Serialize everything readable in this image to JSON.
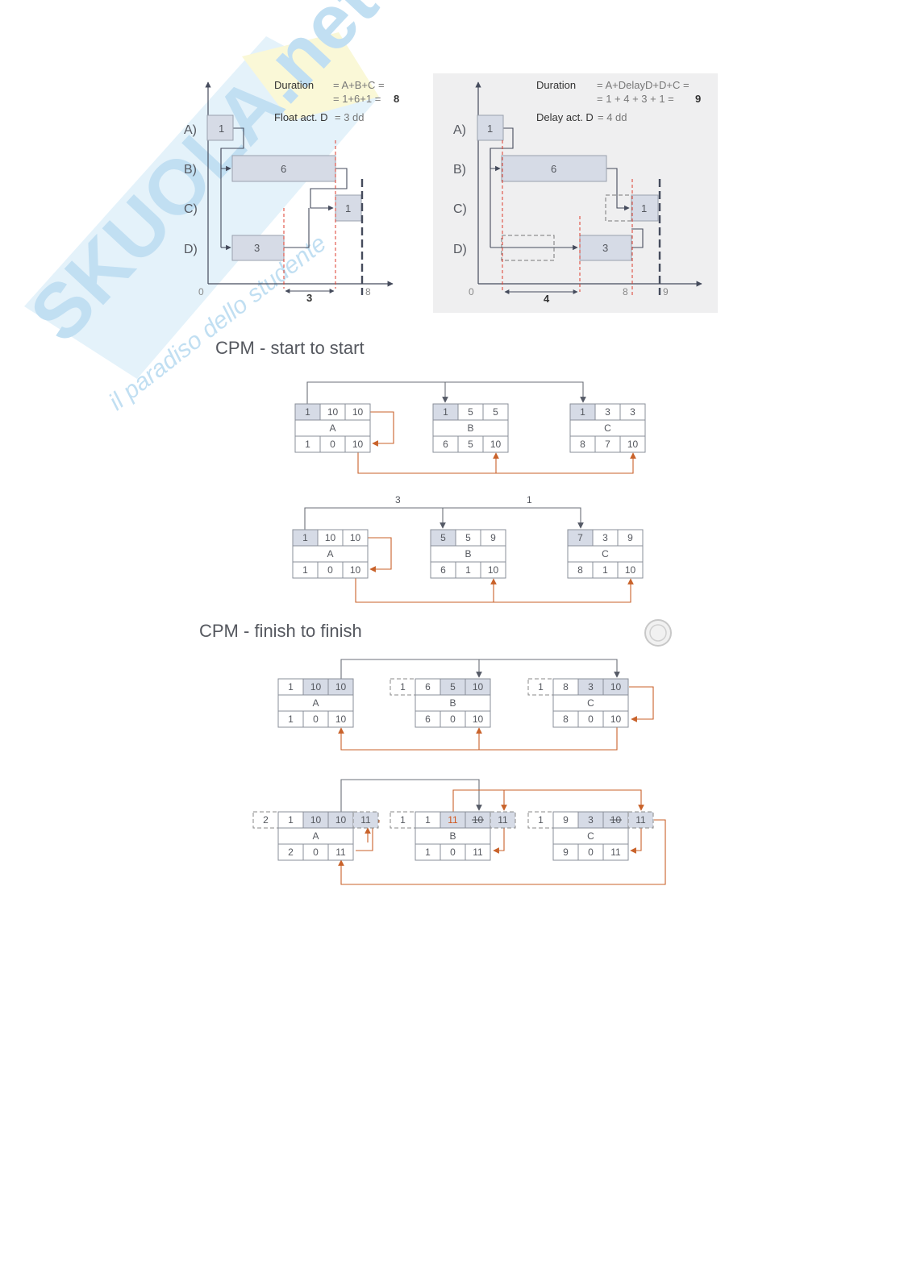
{
  "colors": {
    "axis": "#454b5c",
    "box_fill": "#d6dbe6",
    "box_stroke": "#9aa0ad",
    "text": "#55585f",
    "red_dash": "#dc3b2c",
    "orange_link": "#c9622a",
    "gray_link": "#6b6f78",
    "panel_bg": "#efeff0",
    "watermark": "#8fc5e8",
    "watermark_yellow": "#f3ef9a"
  },
  "watermark": {
    "text": "SKUOLA.net",
    "tagline": "il paradiso dello studente"
  },
  "gantt_left": {
    "rows": [
      "A)",
      "B)",
      "C)",
      "D)"
    ],
    "info": {
      "duration_label": "Duration",
      "duration_formula": "= A+B+C =",
      "duration_calc": "= 1+6+1  =",
      "duration_value": "8",
      "float_label": "Float act. D",
      "float_value": "= 3 dd"
    },
    "bars": [
      "1",
      "6",
      "1",
      "3"
    ],
    "axis": {
      "zero": "0",
      "end": "8"
    },
    "span": "3"
  },
  "gantt_right": {
    "rows": [
      "A)",
      "B)",
      "C)",
      "D)"
    ],
    "info": {
      "duration_label": "Duration",
      "duration_formula": "= A+DelayD+D+C =",
      "duration_calc": "=    1 + 4 + 3 + 1  =",
      "duration_value": "9",
      "delay_label": "Delay act. D",
      "delay_value": "= 4 dd"
    },
    "bars": [
      "1",
      "6",
      "1",
      "3"
    ],
    "axis": {
      "zero": "0",
      "eight": "8",
      "nine": "9"
    },
    "span": "4"
  },
  "sections": [
    {
      "title": "CPM - start to start"
    },
    {
      "title": "CPM - finish to finish"
    }
  ],
  "ss1": {
    "nodes": [
      {
        "name": "A",
        "top": [
          "1",
          "10",
          "10"
        ],
        "bottom": [
          "1",
          "0",
          "10"
        ]
      },
      {
        "name": "B",
        "top": [
          "1",
          "5",
          "5"
        ],
        "bottom": [
          "6",
          "5",
          "10"
        ]
      },
      {
        "name": "C",
        "top": [
          "1",
          "3",
          "3"
        ],
        "bottom": [
          "8",
          "7",
          "10"
        ]
      }
    ]
  },
  "ss2": {
    "lags": [
      "3",
      "1"
    ],
    "nodes": [
      {
        "name": "A",
        "top": [
          "1",
          "10",
          "10"
        ],
        "bottom": [
          "1",
          "0",
          "10"
        ]
      },
      {
        "name": "B",
        "top": [
          "5",
          "5",
          "9"
        ],
        "bottom": [
          "6",
          "1",
          "10"
        ]
      },
      {
        "name": "C",
        "top": [
          "7",
          "3",
          "9"
        ],
        "bottom": [
          "8",
          "1",
          "10"
        ]
      }
    ]
  },
  "ff1": {
    "nodes": [
      {
        "name": "A",
        "extra_left": "",
        "top": [
          "1",
          "10",
          "10"
        ],
        "bottom": [
          "1",
          "0",
          "10"
        ]
      },
      {
        "name": "B",
        "extra_left": "1",
        "top": [
          "6",
          "5",
          "10"
        ],
        "bottom": [
          "6",
          "0",
          "10"
        ]
      },
      {
        "name": "C",
        "extra_left": "1",
        "top": [
          "8",
          "3",
          "10"
        ],
        "bottom": [
          "8",
          "0",
          "10"
        ]
      }
    ]
  },
  "ff2": {
    "nodes": [
      {
        "name": "A",
        "extra_left": "2",
        "extra_right": "11",
        "top": [
          "1",
          "10",
          "10"
        ],
        "bottom": [
          "2",
          "0",
          "11"
        ]
      },
      {
        "name": "B",
        "extra_left": "1",
        "extra_right": "11",
        "top": [
          "1",
          "11",
          "10"
        ],
        "bottom": [
          "1",
          "0",
          "11"
        ]
      },
      {
        "name": "C",
        "extra_left": "1",
        "extra_right": "11",
        "top": [
          "9",
          "3",
          "10"
        ],
        "bottom": [
          "9",
          "0",
          "11"
        ]
      }
    ]
  }
}
